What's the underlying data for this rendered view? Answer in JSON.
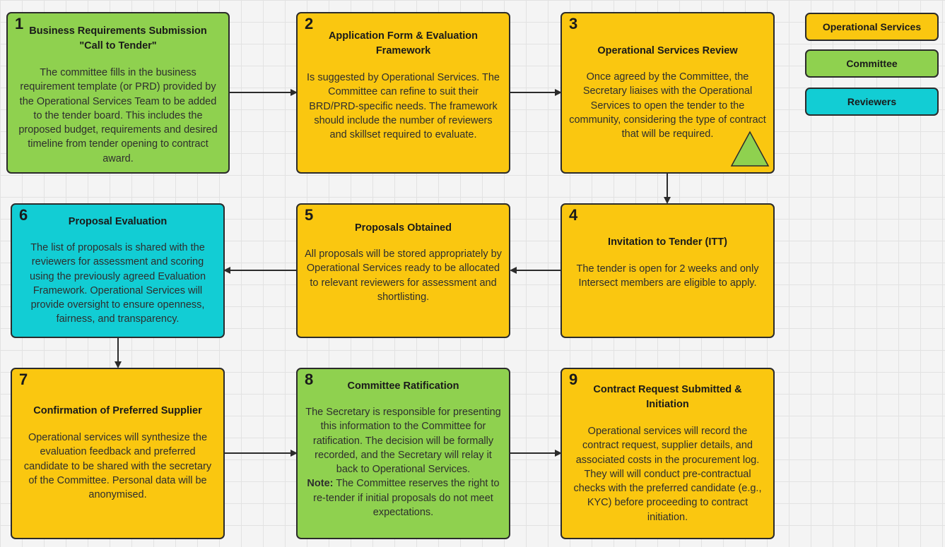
{
  "steps": [
    {
      "num": "1",
      "title": "Business Requirements Submission \"Call to Tender\"",
      "body": "The committee fills in the business requirement template (or PRD) provided by the Operational Services Team to be added to the tender board. This includes the proposed budget, requirements and desired timeline from tender opening to contract award."
    },
    {
      "num": "2",
      "title": "Application Form & Evaluation Framework",
      "body": "Is suggested by Operational Services. The Committee can refine to suit their BRD/PRD-specific needs. The framework should include the number of reviewers and skillset required to evaluate."
    },
    {
      "num": "3",
      "title": "Operational Services Review",
      "body": "Once agreed by the Committee, the Secretary liaises with the Operational Services to open the tender to the community, considering the type of contract that will be required."
    },
    {
      "num": "4",
      "title": "Invitation to Tender (ITT)",
      "body": "The tender is open for 2 weeks and only Intersect members are eligible to apply."
    },
    {
      "num": "5",
      "title": "Proposals Obtained",
      "body": "All proposals will be stored appropriately by Operational Services ready to be allocated to relevant reviewers for assessment and shortlisting."
    },
    {
      "num": "6",
      "title": "Proposal Evaluation",
      "body": "The list of proposals is shared with the reviewers for assessment and scoring using the previously agreed Evaluation Framework. Operational Services will provide oversight to ensure openness, fairness, and transparency."
    },
    {
      "num": "7",
      "title": "Confirmation of Preferred Supplier",
      "body": "Operational services will synthesize the evaluation feedback and preferred candidate to be shared with the secretary of the Committee. Personal data will be anonymised."
    },
    {
      "num": "8",
      "title": "Committee Ratification",
      "body": "The Secretary is responsible for presenting this information to the Committee for ratification. The decision will be formally recorded, and the Secretary will relay it back to Operational Services.",
      "note_label": "Note:",
      "note": "The Committee reserves the right to re-tender if initial proposals do not meet expectations."
    },
    {
      "num": "9",
      "title": "Contract Request Submitted & Initiation",
      "body": "Operational services will record the contract request, supplier details, and associated costs in the procurement log. They will will conduct pre-contractual checks with the preferred candidate (e.g., KYC) before proceeding to contract initiation."
    }
  ],
  "legend": [
    {
      "label": "Operational Services",
      "color": "#fac710"
    },
    {
      "label": "Committee",
      "color": "#8fd14f"
    },
    {
      "label": "Reviewers",
      "color": "#12cdd4"
    }
  ],
  "colors": {
    "yellow": "#fac710",
    "green": "#8fd14f",
    "cyan": "#12cdd4",
    "stroke": "#2b2b2b"
  }
}
